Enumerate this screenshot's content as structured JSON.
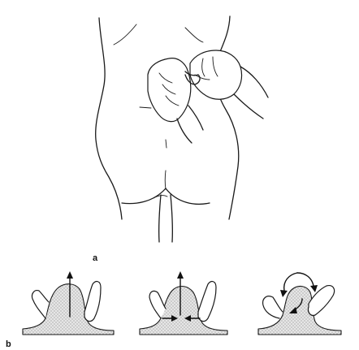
{
  "figure": {
    "panel_a_label": "a",
    "panel_b_label": "b",
    "panel_b_steps": [
      {
        "arrows": [
          "up"
        ]
      },
      {
        "arrows": [
          "up",
          "left",
          "right"
        ]
      },
      {
        "arrows": [
          "rotate-left",
          "rotate-right"
        ]
      }
    ],
    "colors": {
      "ink": "#1a1a1a",
      "stipple": "#9a9a9a",
      "background": "#ffffff"
    }
  }
}
